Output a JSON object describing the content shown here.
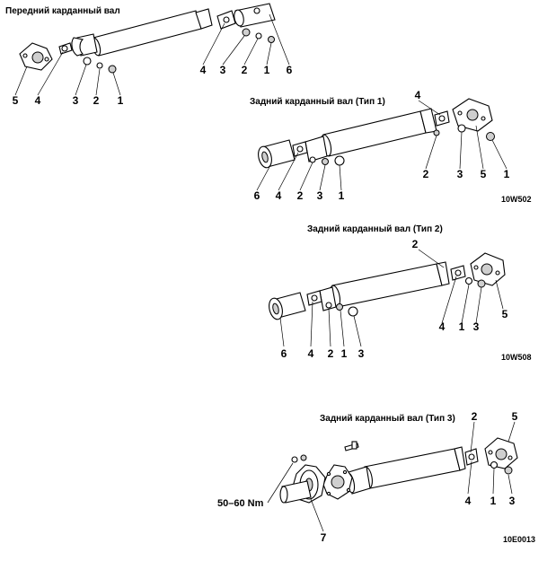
{
  "sections": [
    {
      "title": "Передний карданный вал",
      "code": "",
      "callouts": [
        "5",
        "4",
        "3",
        "2",
        "1",
        "4",
        "3",
        "2",
        "1",
        "6"
      ]
    },
    {
      "title": "Задний карданный вал (Тип 1)",
      "code": "10W502",
      "callouts": [
        "4",
        "2",
        "3",
        "5",
        "1",
        "6",
        "4",
        "2",
        "3",
        "1"
      ]
    },
    {
      "title": "Задний карданный вал (Тип 2)",
      "code": "10W508",
      "callouts": [
        "2",
        "4",
        "1",
        "3",
        "5",
        "6",
        "4",
        "2",
        "1",
        "3"
      ]
    },
    {
      "title": "Задний карданный вал (Тип 3)",
      "code": "10E0013",
      "callouts": [
        "2",
        "5",
        "4",
        "1",
        "3",
        "7"
      ],
      "torque": "50–60 Nm"
    }
  ]
}
